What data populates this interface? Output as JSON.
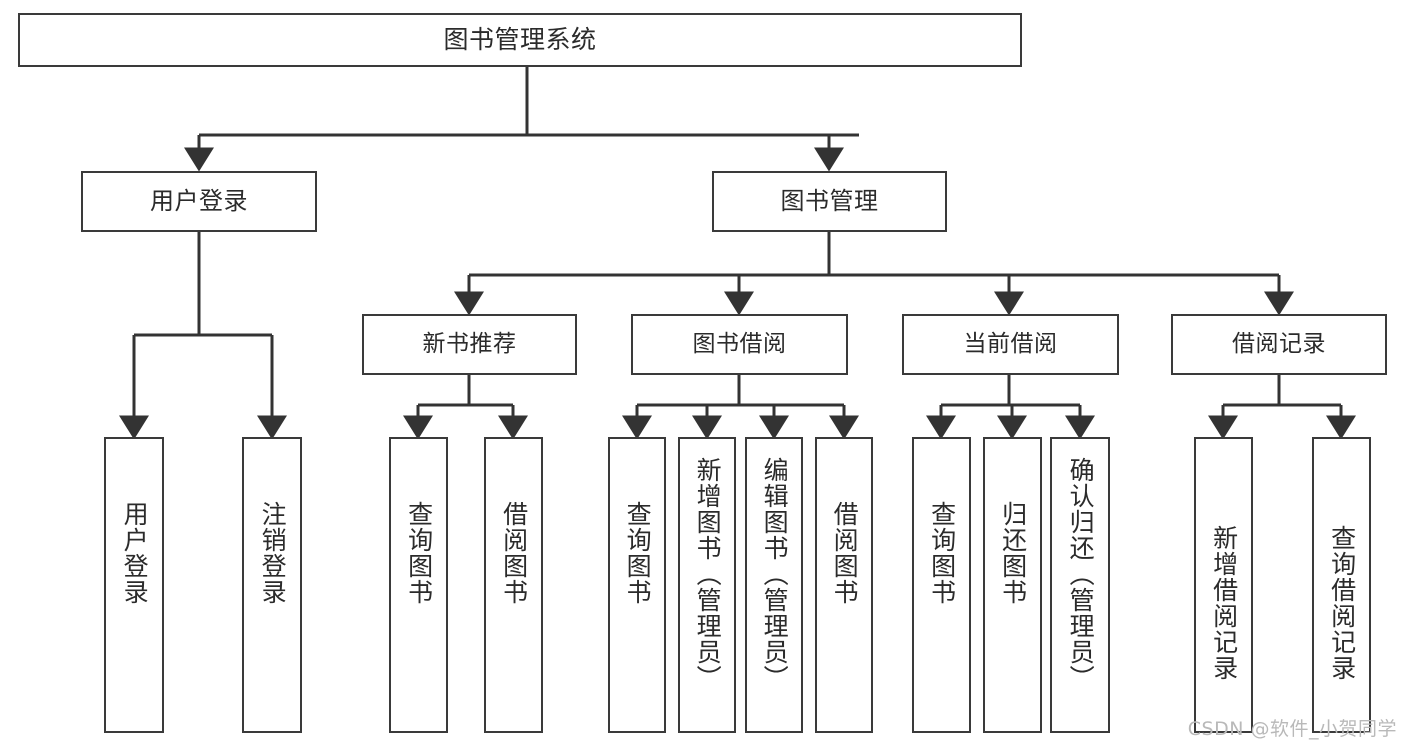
{
  "diagram": {
    "title": "图书管理系统",
    "type": "tree",
    "root": {
      "id": "root",
      "label": "图书管理系统"
    },
    "level1": [
      {
        "id": "user-login",
        "label": "用户登录"
      },
      {
        "id": "book-manage",
        "label": "图书管理"
      }
    ],
    "level2": [
      {
        "id": "new-book-recommend",
        "label": "新书推荐",
        "parent": "book-manage"
      },
      {
        "id": "book-borrow",
        "label": "图书借阅",
        "parent": "book-manage"
      },
      {
        "id": "current-borrow",
        "label": "当前借阅",
        "parent": "book-manage"
      },
      {
        "id": "borrow-record",
        "label": "借阅记录",
        "parent": "book-manage"
      }
    ],
    "leaves": [
      {
        "id": "leaf-user-login",
        "label": "用户登录",
        "parent": "user-login"
      },
      {
        "id": "leaf-logout",
        "label": "注销登录",
        "parent": "user-login"
      },
      {
        "id": "leaf-query-book-1",
        "label": "查询图书",
        "parent": "new-book-recommend"
      },
      {
        "id": "leaf-borrow-book-1",
        "label": "借阅图书",
        "parent": "new-book-recommend"
      },
      {
        "id": "leaf-query-book-2",
        "label": "查询图书",
        "parent": "book-borrow"
      },
      {
        "id": "leaf-add-book",
        "label": "新增图书（管理员）",
        "parent": "book-borrow"
      },
      {
        "id": "leaf-edit-book",
        "label": "编辑图书（管理员）",
        "parent": "book-borrow"
      },
      {
        "id": "leaf-borrow-book-2",
        "label": "借阅图书",
        "parent": "book-borrow"
      },
      {
        "id": "leaf-query-book-3",
        "label": "查询图书",
        "parent": "current-borrow"
      },
      {
        "id": "leaf-return-book",
        "label": "归还图书",
        "parent": "current-borrow"
      },
      {
        "id": "leaf-confirm-return",
        "label": "确认归还（管理员）",
        "parent": "current-borrow"
      },
      {
        "id": "leaf-add-record",
        "label": "新增借阅记录",
        "parent": "borrow-record"
      },
      {
        "id": "leaf-query-record",
        "label": "查询借阅记录",
        "parent": "borrow-record"
      }
    ]
  },
  "watermark": {
    "text": "CSDN @软件_小贺同学"
  },
  "colors": {
    "border": "#3a3a3a",
    "text": "#2b2b2b",
    "background": "#ffffff",
    "connector": "#333333",
    "watermark": "#b9b9b9"
  }
}
